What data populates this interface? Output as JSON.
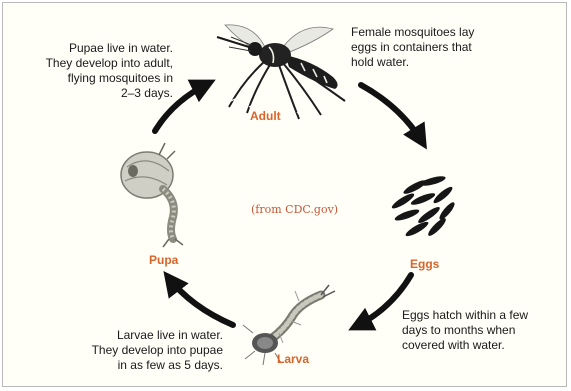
{
  "stages": {
    "adult": {
      "label": "Adult",
      "description": [
        "Female mosquitoes lay",
        "eggs in containers that",
        "hold water."
      ]
    },
    "eggs": {
      "label": "Eggs",
      "description": [
        "Eggs hatch within a few",
        "days to months when",
        "covered with water."
      ]
    },
    "larva": {
      "label": "Larva",
      "description": [
        "Larvae live in water.",
        "They develop into pupae",
        "in as few as 5 days."
      ]
    },
    "pupa": {
      "label": "Pupa",
      "description": [
        "Pupae live in water.",
        "They develop into adult,",
        "flying mosquitoes in",
        "2–3 days."
      ]
    }
  },
  "source_note": "(from CDC.gov)",
  "colors": {
    "stage_label": "#d9652b",
    "source_note": "#c6573a",
    "arrow": "#111111",
    "background": "#fffef7"
  },
  "icons": [
    "mosquito-icon",
    "eggs-icon",
    "larva-icon",
    "pupa-icon",
    "cycle-arrow-icon"
  ]
}
